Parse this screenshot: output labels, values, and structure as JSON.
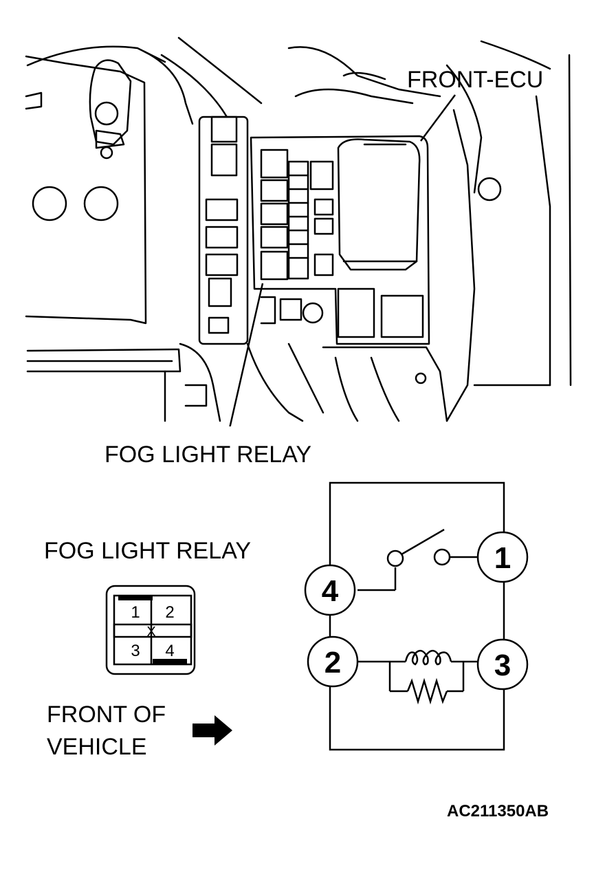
{
  "labels": {
    "front_ecu": "FRONT-ECU",
    "fog_light_relay_top": "FOG LIGHT RELAY",
    "fog_light_relay_connector": "FOG LIGHT RELAY",
    "front_of_vehicle_line1": "FRONT OF",
    "front_of_vehicle_line2": "VEHICLE",
    "figure_code": "AC211350AB"
  },
  "connector": {
    "pins": [
      "1",
      "2",
      "3",
      "4"
    ],
    "center_mark": "X"
  },
  "circuit": {
    "terminals": [
      "1",
      "2",
      "3",
      "4"
    ]
  },
  "colors": {
    "ink": "#000000",
    "paper": "#ffffff"
  }
}
